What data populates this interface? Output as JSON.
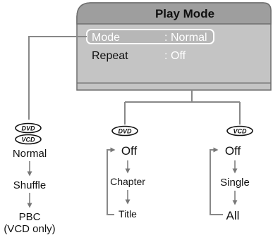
{
  "menu": {
    "title": "Play Mode",
    "rows": [
      {
        "label": "Mode",
        "sep": ":",
        "value": "Normal",
        "selected": true
      },
      {
        "label": "Repeat",
        "sep": ":",
        "value": "Off",
        "selected": false
      }
    ]
  },
  "badges": {
    "dvd": "DVD",
    "vcd": "VCD"
  },
  "mode_options": [
    "Normal",
    "Shuffle",
    "PBC",
    "(VCD only)"
  ],
  "repeat_dvd": [
    "Off",
    "Chapter",
    "Title"
  ],
  "repeat_vcd": [
    "Off",
    "Single",
    "All"
  ],
  "colors": {
    "panel_bg": "#c4c4c4",
    "title_bar": "#9e9e9e",
    "panel_border": "#6e6e6e",
    "value_text": "#ffffff",
    "highlight_border": "#ffffff"
  }
}
